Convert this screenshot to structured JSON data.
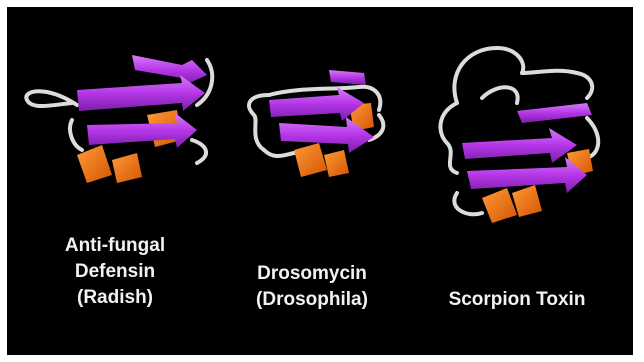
{
  "colors": {
    "background": "#000000",
    "beta_sheet": "#c040f0",
    "alpha_helix": "#ff7a10",
    "loop": "#d8d8d8",
    "caption": "#f2f2f2"
  },
  "structures": [
    {
      "icon": "defensin-protein-structure",
      "caption_lines": [
        "Anti-fungal",
        "Defensin",
        "(Radish)"
      ]
    },
    {
      "icon": "drosomycin-protein-structure",
      "caption_lines": [
        "Drosomycin",
        "(Drosophila)"
      ]
    },
    {
      "icon": "scorpion-toxin-protein-structure",
      "caption_lines": [
        "Scorpion Toxin"
      ]
    }
  ]
}
